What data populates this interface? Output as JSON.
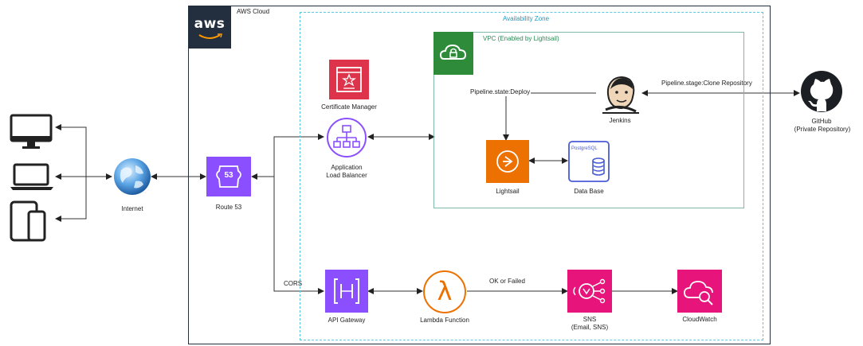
{
  "aws_cloud": {
    "label": "AWS Cloud",
    "logo": "aws"
  },
  "availability_zone": {
    "label": "Availability Zone"
  },
  "vpc": {
    "label": "VPC (Enabled by Lightsail)"
  },
  "nodes": {
    "internet": "Internet",
    "route53": "Route 53",
    "route53_badge": "53",
    "cert_manager": "Certificate Manager",
    "alb_line1": "Application",
    "alb_line2": "Load Balancer",
    "jenkins": "Jenkins",
    "lightsail": "Lightsail",
    "database": "Data Base",
    "db_badge": "PostgreSQL",
    "github_line1": "GitHub",
    "github_line2": "(Private Repository)",
    "api_gateway": "API Gateway",
    "lambda": "Lambda Function",
    "lambda_symbol": "λ",
    "sns_line1": "SNS",
    "sns_line2": "(Email, SNS)",
    "cloudwatch": "CloudWatch"
  },
  "edge_labels": {
    "pipeline_deploy": "Pipeline.state:Deploy",
    "pipeline_clone": "Pipeline.stage:Clone Repository",
    "ok_failed": "OK or Failed",
    "cors": "CORS"
  },
  "colors": {
    "aws_dark": "#232f3e",
    "az_border": "#5bc7e0",
    "vpc_green": "#2e8b3a",
    "security_red": "#dd344c",
    "network_purple": "#8c4fff",
    "compute_orange": "#ed7100",
    "mgmt_pink": "#e7157b",
    "db_blue": "#4a5bd8"
  }
}
